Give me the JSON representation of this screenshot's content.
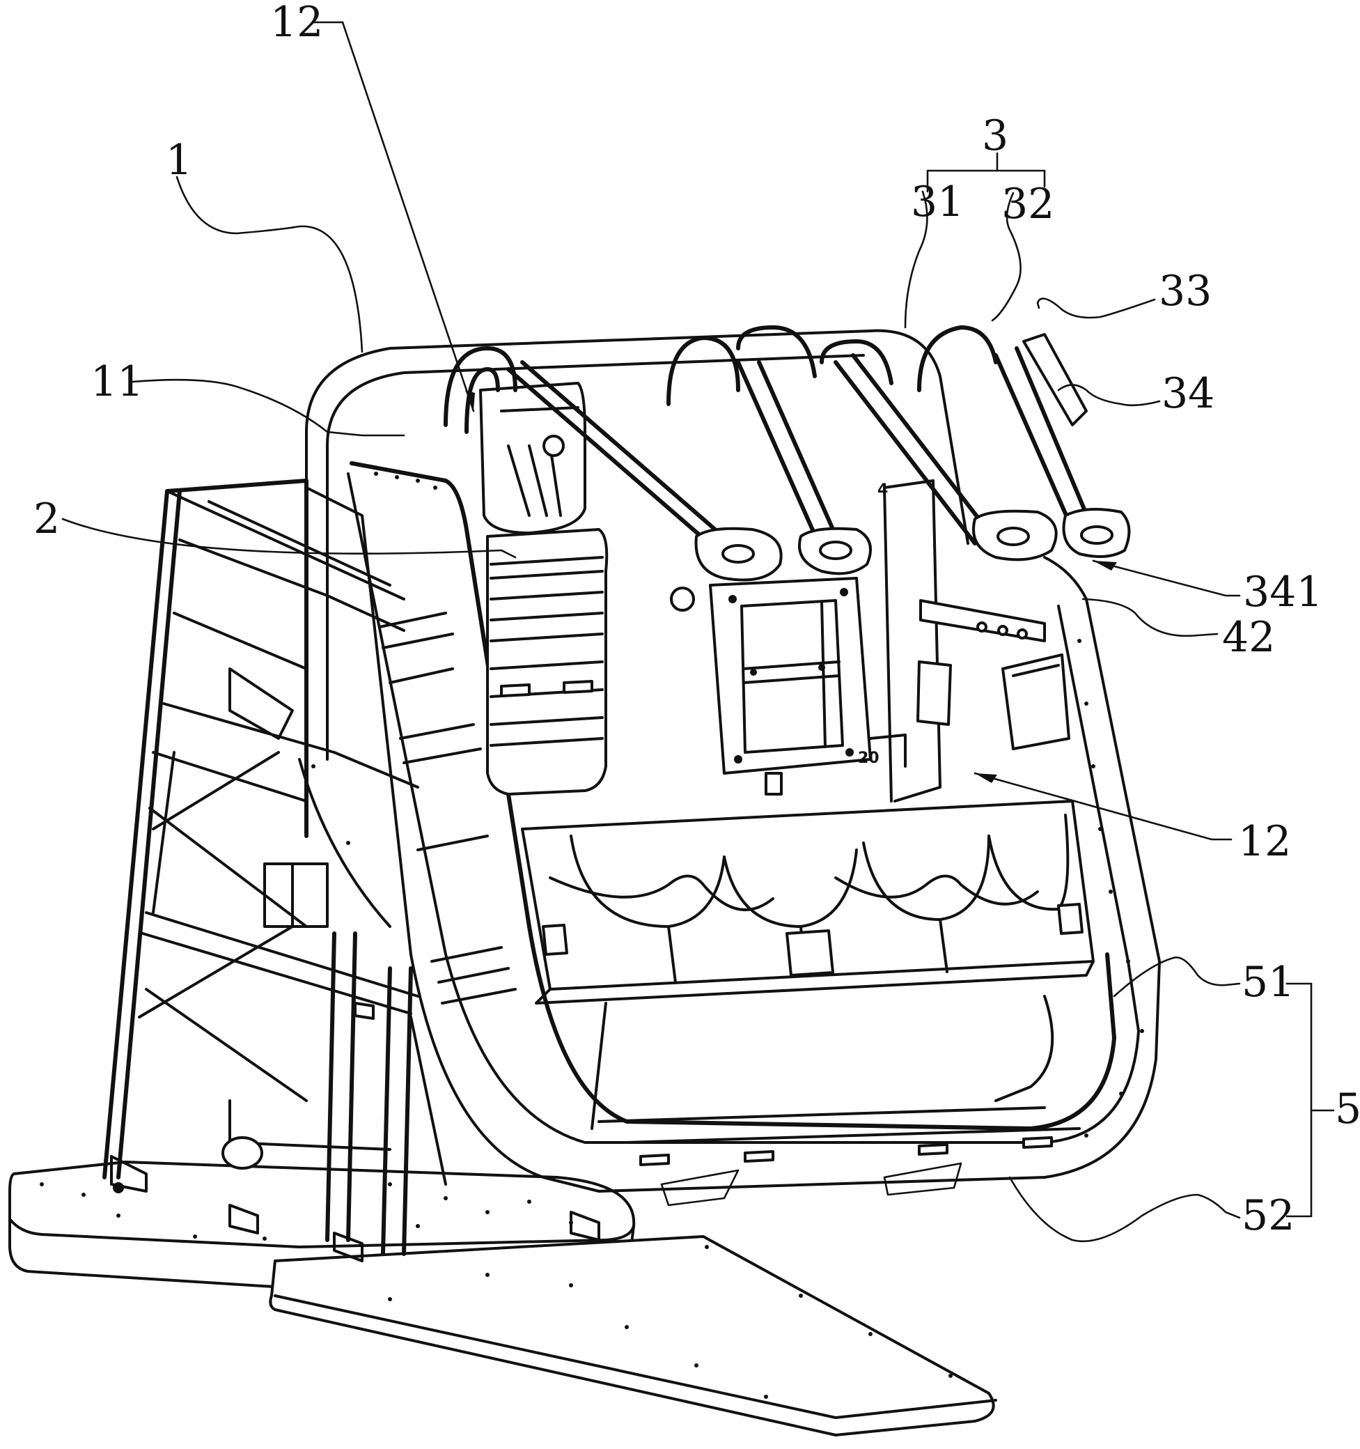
{
  "figure": {
    "title": "Perspective view of amusement ride seat assembly",
    "kind": "patent line drawing",
    "stroke_color": "#111111",
    "background_color": "#ffffff"
  },
  "reference_labels": [
    {
      "id": "lbl-12-top",
      "text": "12",
      "part": "seat frame opening (upper)"
    },
    {
      "id": "lbl-1",
      "text": "1",
      "part": "main frame / housing"
    },
    {
      "id": "lbl-11",
      "text": "11",
      "part": "side panel"
    },
    {
      "id": "lbl-2",
      "text": "2",
      "part": "rear backrest module"
    },
    {
      "id": "lbl-3",
      "text": "3",
      "part": "restraint assembly"
    },
    {
      "id": "lbl-31",
      "text": "31",
      "part": "shoulder bar"
    },
    {
      "id": "lbl-32",
      "text": "32",
      "part": "bar arm"
    },
    {
      "id": "lbl-33",
      "text": "33",
      "part": "handle"
    },
    {
      "id": "lbl-34",
      "text": "34",
      "part": "lap pad"
    },
    {
      "id": "lbl-341",
      "text": "341",
      "part": "pad opening"
    },
    {
      "id": "lbl-42",
      "text": "42",
      "part": "mounting bracket"
    },
    {
      "id": "lbl-12-right",
      "text": "12",
      "part": "seat frame opening (inner)"
    },
    {
      "id": "lbl-51",
      "text": "51",
      "part": "side ring"
    },
    {
      "id": "lbl-5",
      "text": "5",
      "part": "base cradle assembly"
    },
    {
      "id": "lbl-52",
      "text": "52",
      "part": "floor plate"
    }
  ],
  "bracket_groups": [
    {
      "parent": "3",
      "children": [
        "31",
        "32"
      ]
    },
    {
      "parent": "5",
      "children": [
        "51",
        "52"
      ]
    }
  ],
  "inline_marks": [
    "20",
    "4"
  ]
}
